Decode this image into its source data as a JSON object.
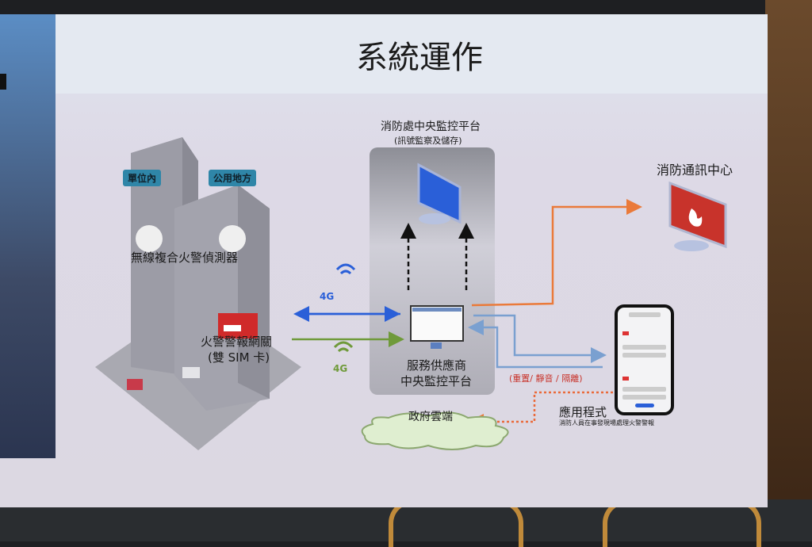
{
  "slide": {
    "title": "系統運作",
    "building": {
      "tag_inside": "單位內",
      "tag_public": "公用地方",
      "detector_label": "無線複合火警偵測器",
      "gateway_label": "火警警報網關",
      "gateway_sub": "(雙 SIM 卡)"
    },
    "network": {
      "primary": "4G",
      "backup": "4G"
    },
    "fsd_platform": {
      "title": "消防處中央監控平台",
      "subtitle": "(訊號監察及儲存)"
    },
    "provider_platform": {
      "line1": "服務供應商",
      "line2": "中央監控平台"
    },
    "comm_centre": "消防通訊中心",
    "app_actions": "(重置/ 靜音 / 隔離)",
    "app": {
      "title": "應用程式",
      "subtitle": "消防人員在事發現場處理火警警報"
    },
    "cloud": "政府雲端",
    "colors": {
      "blue": "#2a5fd8",
      "green": "#6f9a3a",
      "orange": "#ea7a3a",
      "lightblue": "#7aa0d0",
      "red": "#c8332b"
    }
  }
}
